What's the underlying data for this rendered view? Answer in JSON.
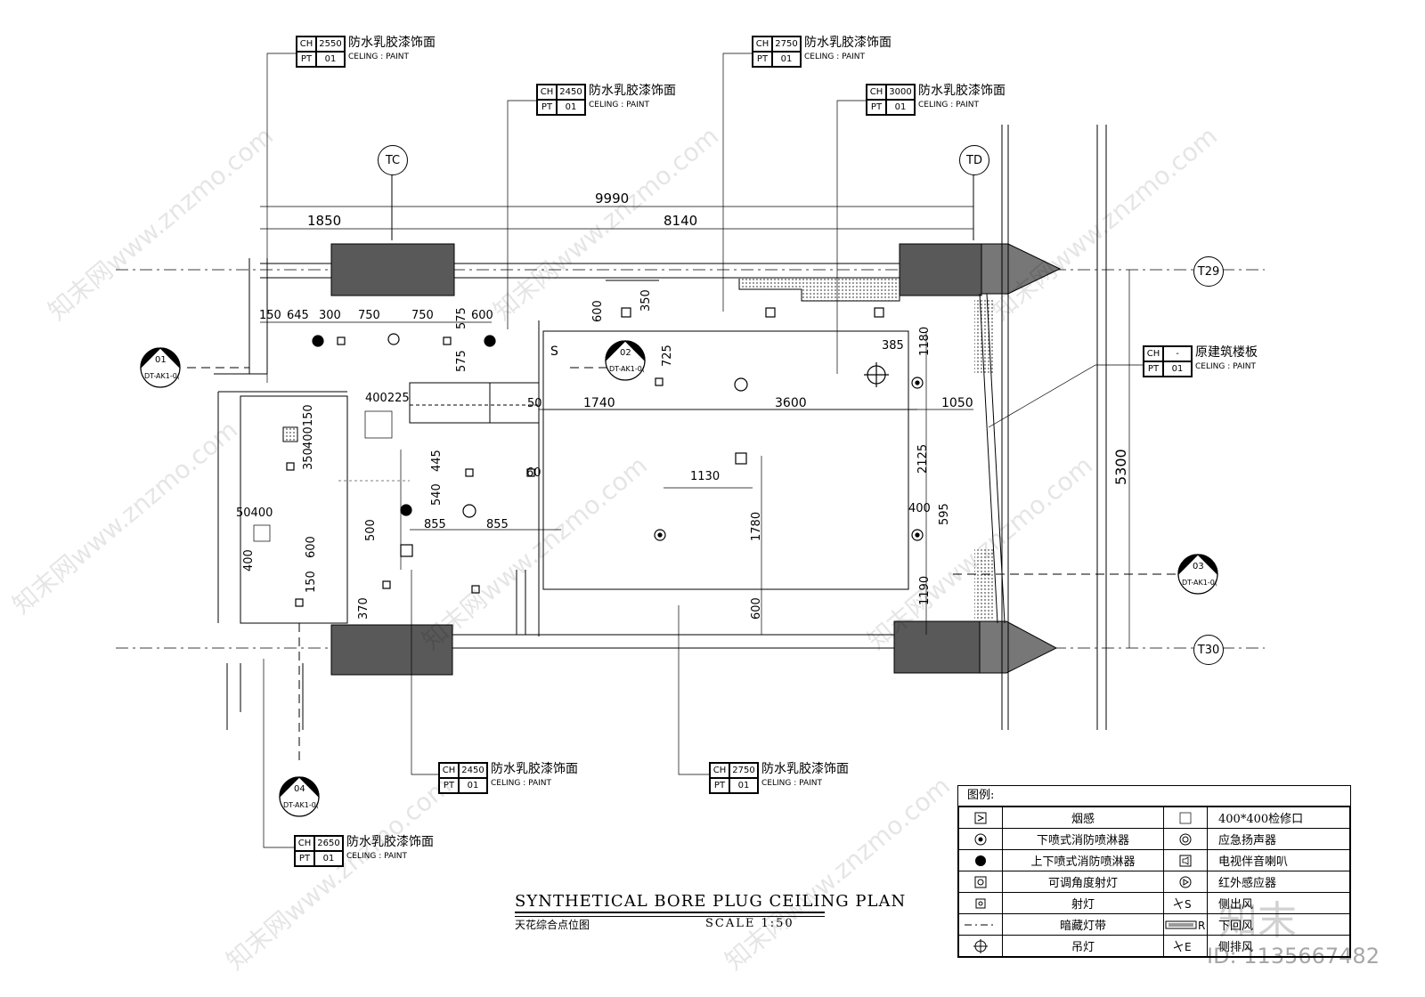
{
  "tags": [
    {
      "ch": "2550",
      "pt": "01",
      "cn": "防水乳胶漆饰面",
      "en": "CELING : PAINT"
    },
    {
      "ch": "2450",
      "pt": "01",
      "cn": "防水乳胶漆饰面",
      "en": "CELING : PAINT"
    },
    {
      "ch": "2750",
      "pt": "01",
      "cn": "防水乳胶漆饰面",
      "en": "CELING : PAINT"
    },
    {
      "ch": "3000",
      "pt": "01",
      "cn": "防水乳胶漆饰面",
      "en": "CELING : PAINT"
    },
    {
      "ch": "-",
      "pt": "01",
      "cn": "原建筑楼板",
      "en": "CELING : PAINT"
    },
    {
      "ch": "2450",
      "pt": "01",
      "cn": "防水乳胶漆饰面",
      "en": "CELING : PAINT"
    },
    {
      "ch": "2750",
      "pt": "01",
      "cn": "防水乳胶漆饰面",
      "en": "CELING : PAINT"
    },
    {
      "ch": "2650",
      "pt": "01",
      "cn": "防水乳胶漆饰面",
      "en": "CELING : PAINT"
    }
  ],
  "tag_keys": {
    "ch": "CH",
    "pt": "PT"
  },
  "grids": {
    "tc": "TC",
    "td": "TD",
    "t29": "T29",
    "t30": "T30"
  },
  "sections": [
    {
      "num": "01",
      "ref": "DT-AK1-0("
    },
    {
      "num": "02",
      "ref": "DT-AK1-0("
    },
    {
      "num": "03",
      "ref": "DT-AK1-0("
    },
    {
      "num": "04",
      "ref": "DT-AK1-0("
    }
  ],
  "dims": {
    "d9990": "9990",
    "d1850": "1850",
    "d8140": "8140",
    "d150": "150",
    "d645": "645",
    "d300": "300",
    "d750a": "750",
    "d750b": "750",
    "d575a": "575",
    "d600a": "600",
    "d575b": "575",
    "d600v": "600",
    "d350v": "350",
    "d725": "725",
    "d385": "385",
    "d1180": "1180",
    "d400225": "400225",
    "d50": "50",
    "d1740": "1740",
    "d3600": "3600",
    "d1050": "1050",
    "d400150": "400150",
    "d350b": "350",
    "d445": "445",
    "d60": "60",
    "d540": "540",
    "d1130": "1130",
    "d2125": "2125",
    "d5300": "5300",
    "d50400": "50400",
    "d855a": "855",
    "d855b": "855",
    "d500": "500",
    "d400b": "400",
    "d595": "595",
    "d1780": "1780",
    "d600c": "600",
    "d400c": "400",
    "d150b": "150",
    "d1190": "1190",
    "d600d": "600",
    "d370": "370"
  },
  "side_s": "S",
  "title": "SYNTHETICAL BORE PLUG CEILING PLAN",
  "subtitle": "天花综合点位图",
  "scale": "SCALE 1:50",
  "legend": {
    "header": "图例:",
    "rows": [
      {
        "icon1": "smoke-detector-icon",
        "name1": "烟感",
        "icon2": "access-panel-icon",
        "name2": "400*400检修口"
      },
      {
        "icon1": "down-sprinkler-icon",
        "name1": "下喷式消防喷淋器",
        "icon2": "emergency-speaker-icon",
        "name2": "应急扬声器"
      },
      {
        "icon1": "updown-sprinkler-icon",
        "name1": "上下喷式消防喷淋器",
        "icon2": "tv-speaker-icon",
        "name2": "电视伴音喇叭"
      },
      {
        "icon1": "adjustable-spotlight-icon",
        "name1": "可调角度射灯",
        "icon2": "infrared-sensor-icon",
        "name2": "红外感应器"
      },
      {
        "icon1": "spotlight-icon",
        "name1": "射灯",
        "icon2": "side-supply-icon",
        "name2": "侧出风"
      },
      {
        "icon1": "hidden-light-strip-icon",
        "name1": "暗藏灯带",
        "icon2": "return-air-icon",
        "name2": "下回风"
      },
      {
        "icon1": "pendant-light-icon",
        "name1": "吊灯",
        "icon2": "side-exhaust-icon",
        "name2": "侧排风"
      }
    ],
    "side_supply_letter": "S",
    "return_letter": "R",
    "exhaust_letter": "E"
  },
  "watermark": "知末网www.znzmo.com",
  "logo": "知末",
  "image_id": "ID: 1135667482"
}
